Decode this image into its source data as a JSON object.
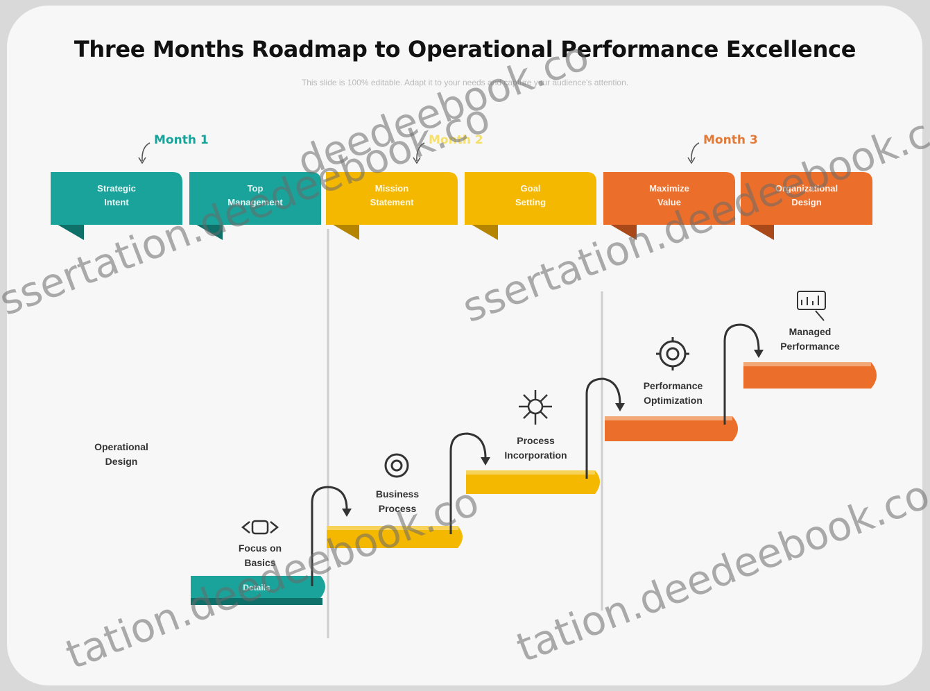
{
  "title": "Three Months Roadmap to Operational Performance Excellence",
  "subtitle": "This slide is 100% editable. Adapt it to your needs and capture your audience's attention.",
  "colors": {
    "teal": "#1aa39a",
    "teal_dark": "#0f6f69",
    "yellow": "#f5b800",
    "yellow_dark": "#b58400",
    "orange": "#eb6f2b",
    "orange_dark": "#a9491a"
  },
  "months": [
    {
      "label": "Month 1",
      "color": "#1aa39a"
    },
    {
      "label": "Month 2",
      "color": "#f5e06e"
    },
    {
      "label": "Month 3",
      "color": "#e07a3a"
    }
  ],
  "tabs": [
    {
      "label": "Strategic\nIntent",
      "color": "#1aa39a",
      "fold": "#0f6f69"
    },
    {
      "label": "Top\nManagement",
      "color": "#1aa39a",
      "fold": "#0f6f69"
    },
    {
      "label": "Mission\nStatement",
      "color": "#f5b800",
      "fold": "#b58400"
    },
    {
      "label": "Goal\nSetting",
      "color": "#f5b800",
      "fold": "#b58400"
    },
    {
      "label": "Maximize\nValue",
      "color": "#eb6f2b",
      "fold": "#a9491a"
    },
    {
      "label": "Organizational\nDesign",
      "color": "#eb6f2b",
      "fold": "#a9491a"
    }
  ],
  "operational_design": "Operational\nDesign",
  "steps": [
    {
      "label": "Focus on\nBasics",
      "bar_label": "Details",
      "icon": "code-icon",
      "color": "#1aa39a"
    },
    {
      "label": "Business\nProcess",
      "bar_label": "",
      "icon": "gear-icon",
      "color": "#f5b800"
    },
    {
      "label": "Process\nIncorporation",
      "bar_label": "",
      "icon": "network-gear-icon",
      "color": "#f5b800"
    },
    {
      "label": "Performance\nOptimization",
      "bar_label": "",
      "icon": "cog-icon",
      "color": "#eb6f2b"
    },
    {
      "label": "Managed\nPerformance",
      "bar_label": "",
      "icon": "chart-hand-icon",
      "color": "#eb6f2b"
    }
  ],
  "watermarks": [
    "ssertation.deedeebook.co",
    "ssertation.deedeebook.co",
    "deedeebook.co",
    "tation.deedeebook.co",
    "tation.deedeebook.co"
  ]
}
